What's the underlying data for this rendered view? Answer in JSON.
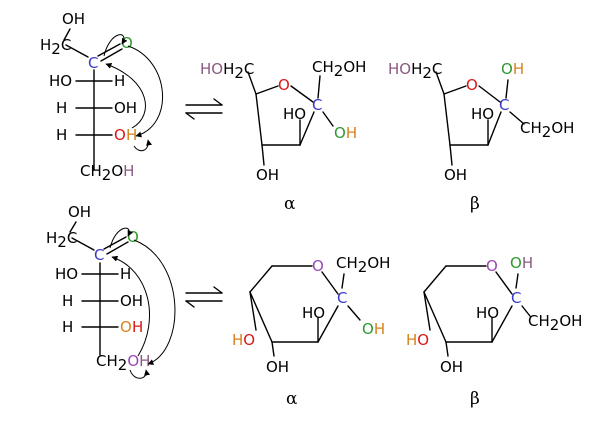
{
  "colors": {
    "black": "#000000",
    "blue": "#3a3ac8",
    "green": "#2e9a2e",
    "red": "#d81818",
    "orange": "#d9821c",
    "purple": "#9a48b6",
    "plum": "#8a5a82"
  },
  "labels": {
    "alpha": "α",
    "beta": "β",
    "OH": "OH",
    "HO": "HO",
    "H": "H",
    "O": "O",
    "C": "C",
    "CH2OH": "CH₂OH",
    "CH2": "CH",
    "H2C": "H",
    "sub2": "2",
    "OH_O": "O",
    "OH_H": "H",
    "HO_H": "H",
    "HO_O": "O",
    "C_label": "C",
    "HOH2C_HO": "HO",
    "HOH2C_H": "H",
    "CH2OH_CH": "CH",
    "CH2OH_OH": "OH"
  }
}
